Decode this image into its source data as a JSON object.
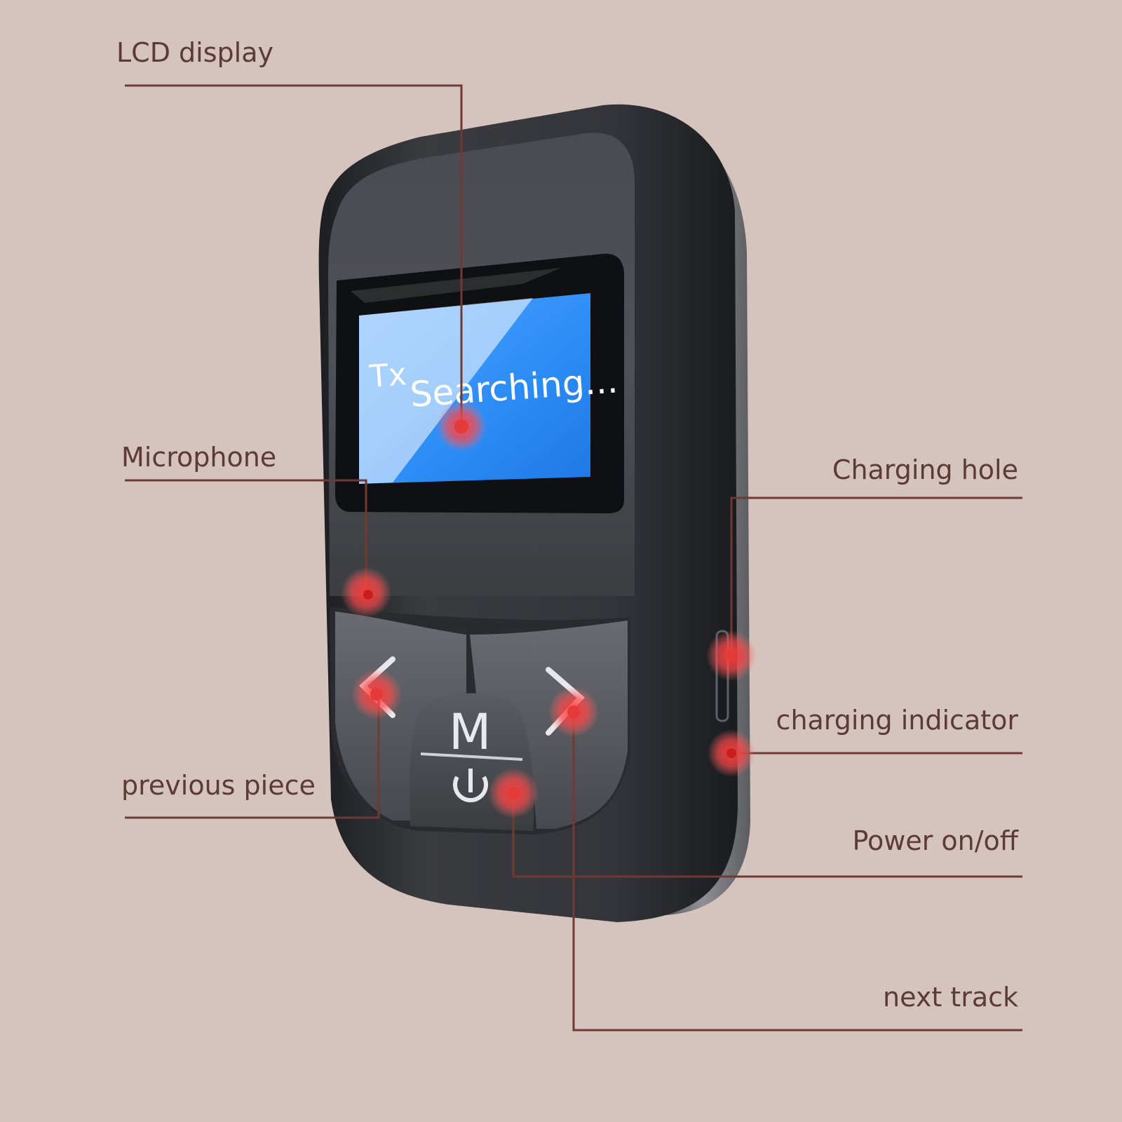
{
  "callouts": {
    "lcd_display": "LCD display",
    "microphone": "Microphone",
    "previous_piece": "previous piece",
    "charging_hole": "Charging hole",
    "charging_indicator": "charging indicator",
    "power": "Power on/off",
    "next_track": "next track"
  },
  "device": {
    "screen_mode": "Tx",
    "screen_status": "Searching...",
    "mode_button": "M"
  },
  "colors": {
    "background": "#d5c3bd",
    "leader_line": "#6e3a34",
    "marker": "#e53a3a",
    "device_body": "#2a2b2e",
    "screen": "#2e8ef0"
  },
  "icons": [
    "prev-chevron-icon",
    "next-chevron-icon",
    "power-icon"
  ]
}
